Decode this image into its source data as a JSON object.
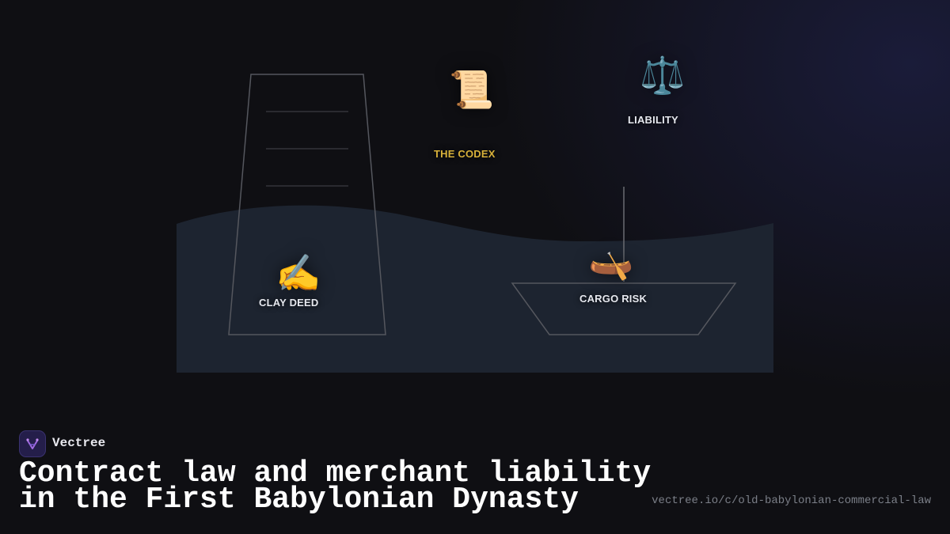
{
  "brand": {
    "name": "Vectree",
    "logo_icon": "vectree-logo-icon"
  },
  "title": {
    "line1": "Contract law and merchant liability",
    "line2": "in the First Babylonian Dynasty"
  },
  "source_url": "vectree.io/c/old-babylonian-commercial-law",
  "nodes": {
    "codex": {
      "label": "THE CODEX",
      "icon": "scroll-icon",
      "glyph": "📜",
      "color": "#d8b13a"
    },
    "liability": {
      "label": "LIABILITY",
      "icon": "scales-icon",
      "glyph": "⚖️"
    },
    "clay_deed": {
      "label": "CLAY DEED",
      "icon": "writing-hand-icon",
      "glyph": "✍️"
    },
    "cargo_risk": {
      "label": "CARGO RISK",
      "icon": "canoe-icon",
      "glyph": "🛶"
    }
  },
  "colors": {
    "background": "#0f0f13",
    "water": "#1d2430",
    "outline": "#55575e",
    "accent": "#d8b13a"
  }
}
